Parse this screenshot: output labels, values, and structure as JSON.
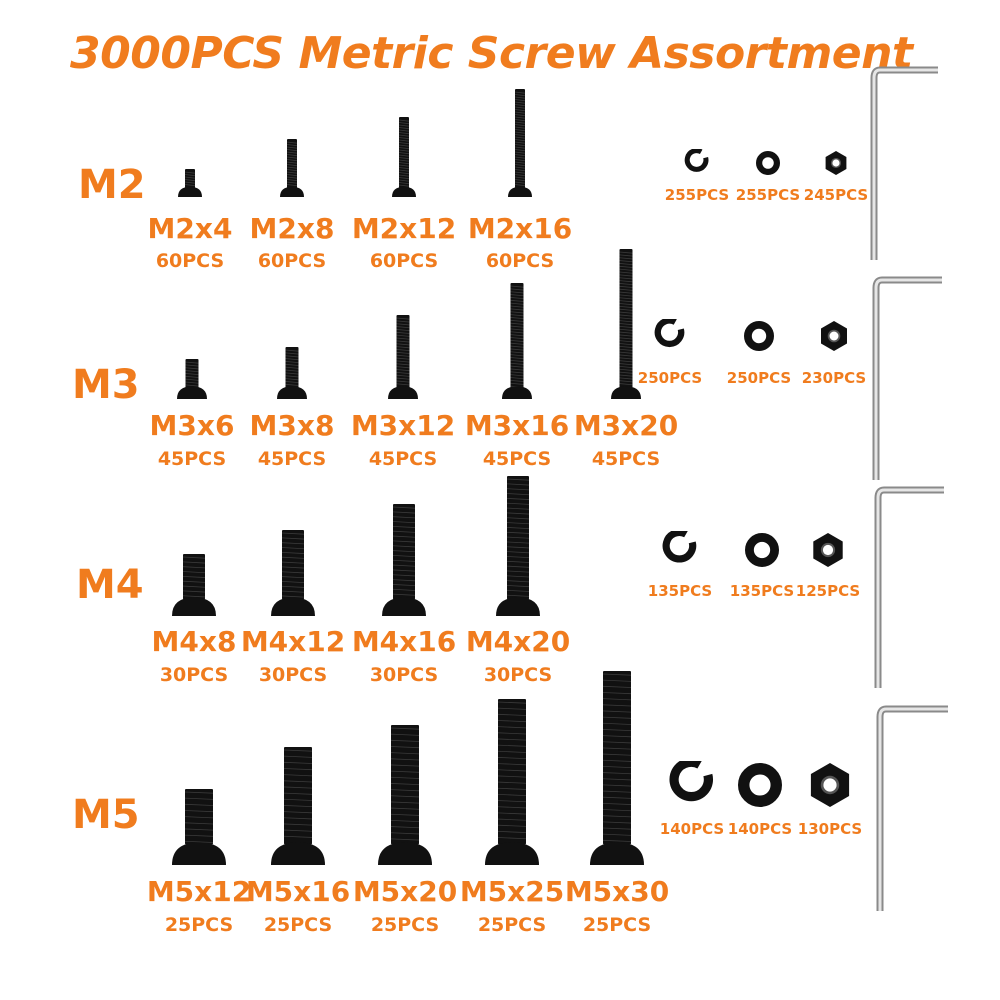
{
  "title": "3000PCS Metric Screw Assortment",
  "colors": {
    "accent": "#f07c1e",
    "hardware": "#111111",
    "key_metal": "#bfbfbf"
  },
  "rows": [
    {
      "label": "M2",
      "screws": [
        {
          "size": "M2x4",
          "qty": "60PCS"
        },
        {
          "size": "M2x8",
          "qty": "60PCS"
        },
        {
          "size": "M2x12",
          "qty": "60PCS"
        },
        {
          "size": "M2x16",
          "qty": "60PCS"
        }
      ],
      "hardware": [
        {
          "item": "split-lock-washer",
          "qty": "255PCS"
        },
        {
          "item": "flat-washer",
          "qty": "255PCS"
        },
        {
          "item": "hex-nut",
          "qty": "245PCS"
        }
      ]
    },
    {
      "label": "M3",
      "screws": [
        {
          "size": "M3x6",
          "qty": "45PCS"
        },
        {
          "size": "M3x8",
          "qty": "45PCS"
        },
        {
          "size": "M3x12",
          "qty": "45PCS"
        },
        {
          "size": "M3x16",
          "qty": "45PCS"
        },
        {
          "size": "M3x20",
          "qty": "45PCS"
        }
      ],
      "hardware": [
        {
          "item": "split-lock-washer",
          "qty": "250PCS"
        },
        {
          "item": "flat-washer",
          "qty": "250PCS"
        },
        {
          "item": "hex-nut",
          "qty": "230PCS"
        }
      ]
    },
    {
      "label": "M4",
      "screws": [
        {
          "size": "M4x8",
          "qty": "30PCS"
        },
        {
          "size": "M4x12",
          "qty": "30PCS"
        },
        {
          "size": "M4x16",
          "qty": "30PCS"
        },
        {
          "size": "M4x20",
          "qty": "30PCS"
        }
      ],
      "hardware": [
        {
          "item": "split-lock-washer",
          "qty": "135PCS"
        },
        {
          "item": "flat-washer",
          "qty": "135PCS"
        },
        {
          "item": "hex-nut",
          "qty": "125PCS"
        }
      ]
    },
    {
      "label": "M5",
      "screws": [
        {
          "size": "M5x12",
          "qty": "25PCS"
        },
        {
          "size": "M5x16",
          "qty": "25PCS"
        },
        {
          "size": "M5x20",
          "qty": "25PCS"
        },
        {
          "size": "M5x25",
          "qty": "25PCS"
        },
        {
          "size": "M5x30",
          "qty": "25PCS"
        }
      ],
      "hardware": [
        {
          "item": "split-lock-washer",
          "qty": "140PCS"
        },
        {
          "item": "flat-washer",
          "qty": "140PCS"
        },
        {
          "item": "hex-nut",
          "qty": "130PCS"
        }
      ]
    }
  ],
  "hex_keys": [
    "hex-key-icon",
    "hex-key-icon",
    "hex-key-icon",
    "hex-key-icon"
  ]
}
